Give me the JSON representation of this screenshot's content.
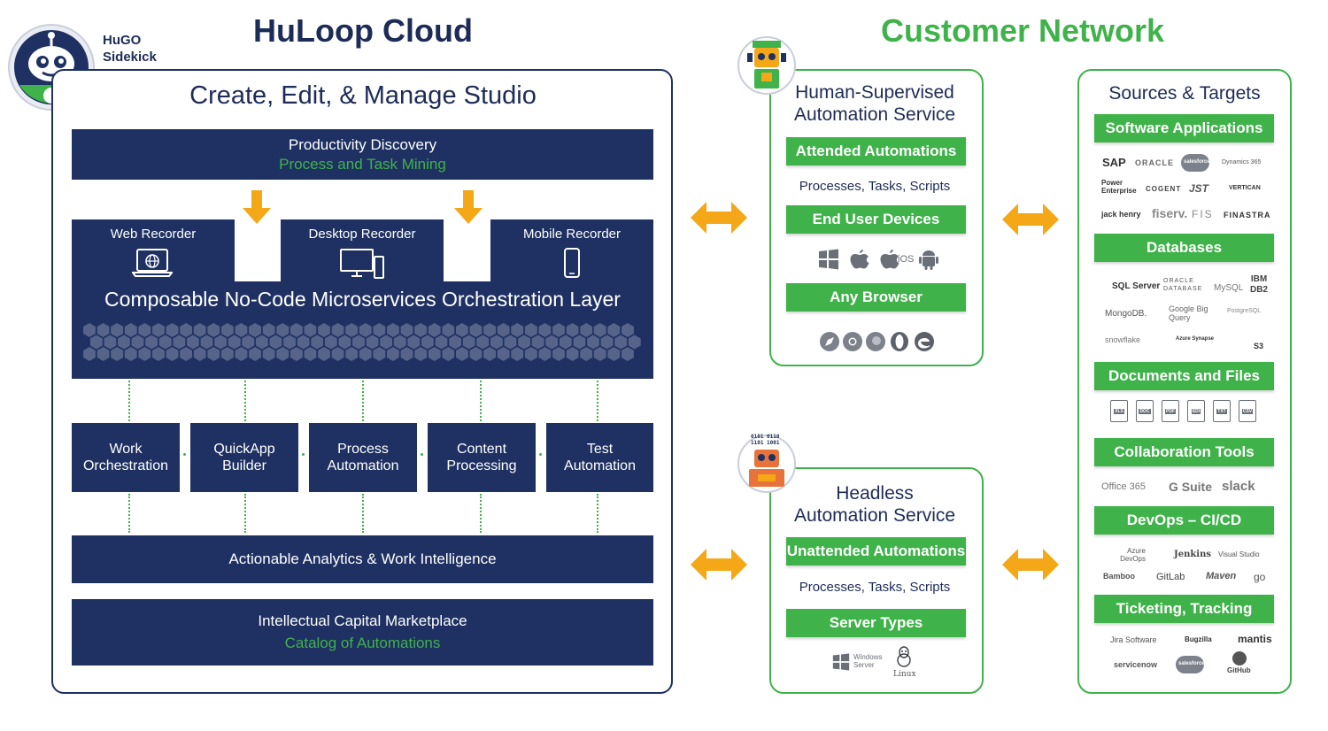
{
  "hugo": {
    "line1": "HuGO",
    "line2": "Sidekick"
  },
  "cloud": {
    "title": "HuLoop Cloud",
    "studio_title": "Create, Edit, & Manage Studio",
    "productivity": {
      "title": "Productivity Discovery",
      "subtitle": "Process and Task Mining"
    },
    "recorders": [
      "Web Recorder",
      "Desktop Recorder",
      "Mobile Recorder"
    ],
    "orchestration": "Composable No-Code Microservices Orchestration Layer",
    "modules": [
      [
        "Work",
        "Orchestration"
      ],
      [
        "QuickApp",
        "Builder"
      ],
      [
        "Process",
        "Automation"
      ],
      [
        "Content",
        "Processing"
      ],
      [
        "Test",
        "Automation"
      ]
    ],
    "analytics": "Actionable Analytics & Work Intelligence",
    "marketplace": {
      "title": "Intellectual Capital Marketplace",
      "subtitle": "Catalog of Automations"
    }
  },
  "network": {
    "title": "Customer Network",
    "human": {
      "title_line1": "Human-Supervised",
      "title_line2": "Automation Service",
      "bar1": "Attended Automations",
      "text1": "Processes, Tasks, Scripts",
      "bar2": "End User Devices",
      "ios_label": "iOS",
      "bar3": "Any Browser"
    },
    "headless": {
      "title_line1": "Headless",
      "title_line2": "Automation Service",
      "bar1": "Unattended Automations",
      "text1": "Processes, Tasks, Scripts",
      "bar2": "Server Types",
      "windows_server": [
        "Windows",
        "Server"
      ],
      "linux": "Linux",
      "binary": [
        "0101 0110",
        "1101 1001"
      ]
    }
  },
  "sources": {
    "title": "Sources & Targets",
    "software": {
      "label": "Software Applications",
      "logos": [
        "SAP",
        "ORACLE",
        "salesforce",
        "Dynamics 365",
        "Power Enterprise",
        "COGENT",
        "JST",
        "VERTICAN",
        "jack henry",
        "fiserv.",
        "FIS",
        "FINASTRA"
      ]
    },
    "databases": {
      "label": "Databases",
      "logos": [
        "SQL Server",
        "ORACLE DATABASE",
        "MySQL",
        "IBM DB2",
        "MongoDB.",
        "Google Big Query",
        "PostgreSQL",
        "snowflake",
        "Azure Synapse",
        "S3"
      ]
    },
    "documents": {
      "label": "Documents and Files",
      "logos": [
        "XLS",
        "DOC",
        "PDF",
        "EDI",
        "TXT",
        "CSV"
      ]
    },
    "collaboration": {
      "label": "Collaboration Tools",
      "logos": [
        "Office 365",
        "G Suite",
        "slack"
      ]
    },
    "devops": {
      "label": "DevOps – CI/CD",
      "logos": [
        "Azure DevOps",
        "Jenkins",
        "Visual Studio",
        "Bamboo",
        "GitLab",
        "Maven",
        "go"
      ]
    },
    "ticketing": {
      "label": "Ticketing, Tracking",
      "logos": [
        "Jira Software",
        "Bugzilla",
        "mantis",
        "servicenow",
        "salesforce",
        "GitHub"
      ]
    }
  },
  "colors": {
    "navy": "#1f3162",
    "green": "#3fb24a",
    "gold": "#f4a717"
  }
}
